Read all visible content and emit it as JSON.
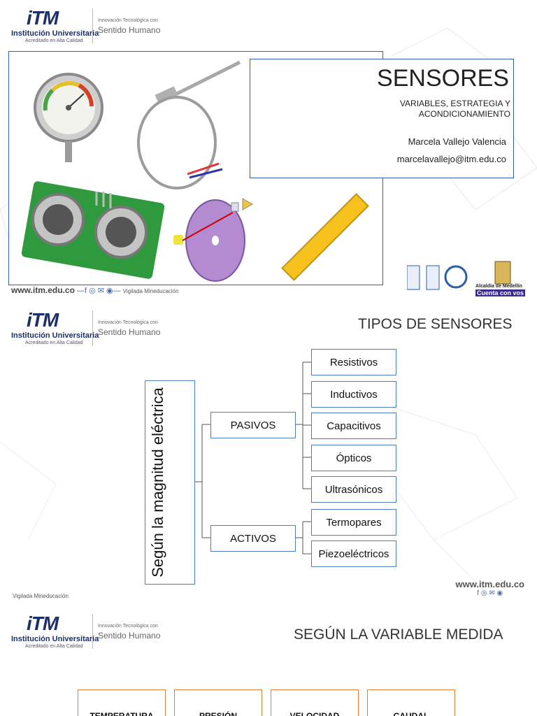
{
  "logo": {
    "itm": "iTM",
    "institution": "Institución Universitaria",
    "accreditation": "Acreditado en Alta Calidad",
    "tagline_small": "Innovación Tecnológica con",
    "tagline_big": "Sentido Humano"
  },
  "slide1": {
    "title": "SENSORES",
    "subtitle": "VARIABLES, ESTRATEGIA Y ACONDICIONAMIENTO",
    "author": "Marcela Vallejo Valencia",
    "email": "marcelavallejo@itm.edu.co",
    "footer_url": "www.itm.edu.co",
    "footer_social": "—f ◎ ✉ ◉—",
    "footer_vigilada": "Vigilada Mineducación",
    "cert_label": "Alcaldía de Medellín",
    "cert_slogan": "Cuenta con vos"
  },
  "slide2": {
    "title": "TIPOS DE SENSORES",
    "root": "Según la magnitud eléctrica",
    "branches": [
      {
        "label": "PASIVOS",
        "children": [
          "Resistivos",
          "Inductivos",
          "Capacitivos",
          "Ópticos",
          "Ultrasónicos"
        ]
      },
      {
        "label": "ACTIVOS",
        "children": [
          "Termopares",
          "Piezoeléctricos"
        ]
      }
    ],
    "footer_url": "www.itm.edu.co",
    "footer_social": "f ◎ ✉ ◉",
    "vigilada": "Vigilada Mineducación"
  },
  "slide3": {
    "title": "SEGÚN LA VARIABLE MEDIDA",
    "boxes": [
      "TEMPERATURA",
      "PRESIÓN",
      "VELOCIDAD",
      "CAUDAL"
    ]
  },
  "colors": {
    "accent_blue": "#2f5fb3",
    "tree_border": "#4a7fc1",
    "box_orange": "#e07b39"
  }
}
